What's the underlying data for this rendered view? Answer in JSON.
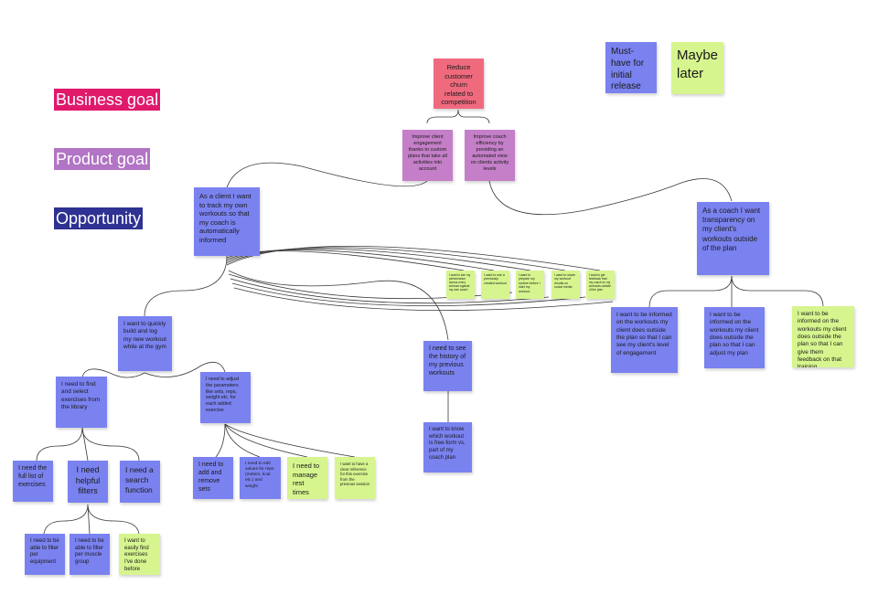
{
  "colors": {
    "business": "#f06a7e",
    "product": "#c47fc8",
    "opportunity": "#7a82f0",
    "maybe": "#d6f58e",
    "legend_business": "#e0196b",
    "legend_product": "#b274c4",
    "legend_opportunity": "#2e3292"
  },
  "legend": {
    "business": "Business goal",
    "product": "Product goal",
    "opportunity": "Opportunity"
  },
  "key": {
    "must_have": "Must-have for initial release",
    "maybe_later": "Maybe later"
  },
  "notes": {
    "n1": "Reduce customer churn related to competition",
    "n2": "Improve client engagement thanks to custom plans that take all activities into account",
    "n3": "Improve coach efficiency by providing an automated view on clients activity levels",
    "n4": "As a client I want to track my own workouts so that my coach is automatically informed",
    "n5": "As a coach I want transparency on my client's workouts outside of the plan",
    "n6": "I want to quickly build and log my new workout while at the gym",
    "n7": "I need to find and select exercises from the library",
    "n8": "I need to adjust the parameters like sets, reps, weight etc. for each added exercise",
    "n9": "I need the full list of exercises",
    "n10": "I need helpful filters",
    "n11": "I need a search function",
    "n12": "I need to be able to filter per equipment",
    "n13": "I need to be able to filter per muscle group",
    "n14": "I want to easily find exercises I've done before",
    "n15": "I need to add and remove sets",
    "n16": "I need to edit values for reps (meters, kcal etc.) and weight",
    "n17": "I need to manage rest times",
    "n18": "I want to have a clear reference for this exercise from the previous session",
    "n19": "I need to see the history of my previous workouts",
    "n20": "I want to know which workout is free-form vs. part of my coach plan",
    "n21": "I want to see my performance across every workout against my own coach",
    "n22": "I want to use a previously created workout",
    "n23": "I want to prepare my routine before I start my workout",
    "n24": "I want to share my workout results on social media",
    "n25": "I want to get feedback from my coach on my workouts outside of the plan",
    "n26": "I want to be informed on the workouts my client does outside the plan so that I can see my client's level of engagement",
    "n27": "I want to be informed on the workouts my client does outside the plan so that I can adjust my plan",
    "n28": "I want to be informed on the workouts my client does outside the plan so that I can give them feedback on that training"
  }
}
